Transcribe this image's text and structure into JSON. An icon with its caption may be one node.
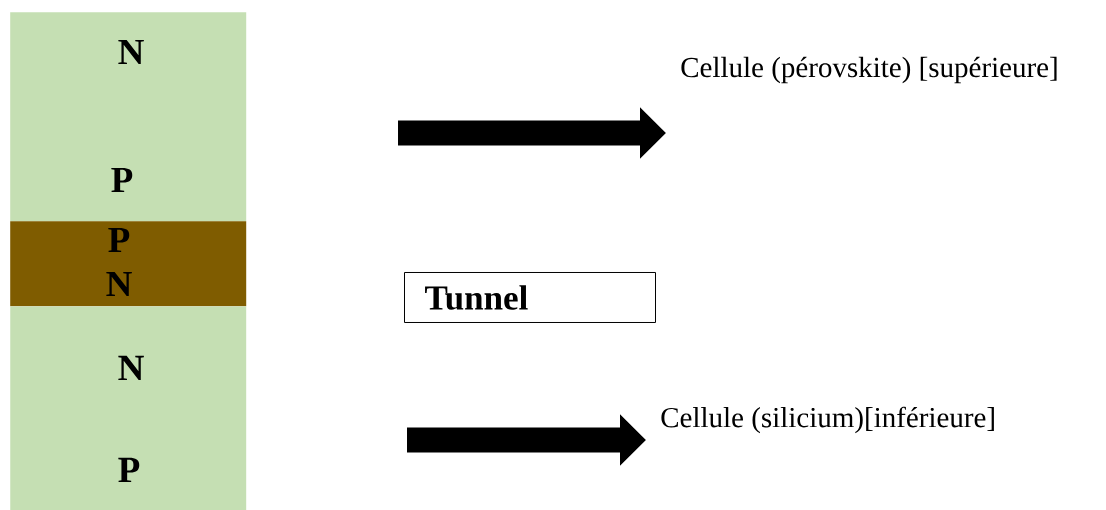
{
  "diagram": {
    "nodes": [
      {
        "text": [
          "N",
          "P"
        ]
      },
      {
        "text": [
          "P",
          "N"
        ]
      },
      {
        "text": [
          "N",
          "P"
        ]
      },
      {
        "text": [
          "Tunnel"
        ]
      },
      {
        "text": [
          "Cellule (pérovskite) [supérieure]"
        ]
      },
      {
        "text": [
          "Cellule (silicium)[inférieure]"
        ]
      }
    ],
    "edges": [
      {
        "from": null,
        "to": 4,
        "arrow": "to"
      },
      {
        "from": null,
        "to": 5,
        "arrow": "to"
      }
    ]
  }
}
